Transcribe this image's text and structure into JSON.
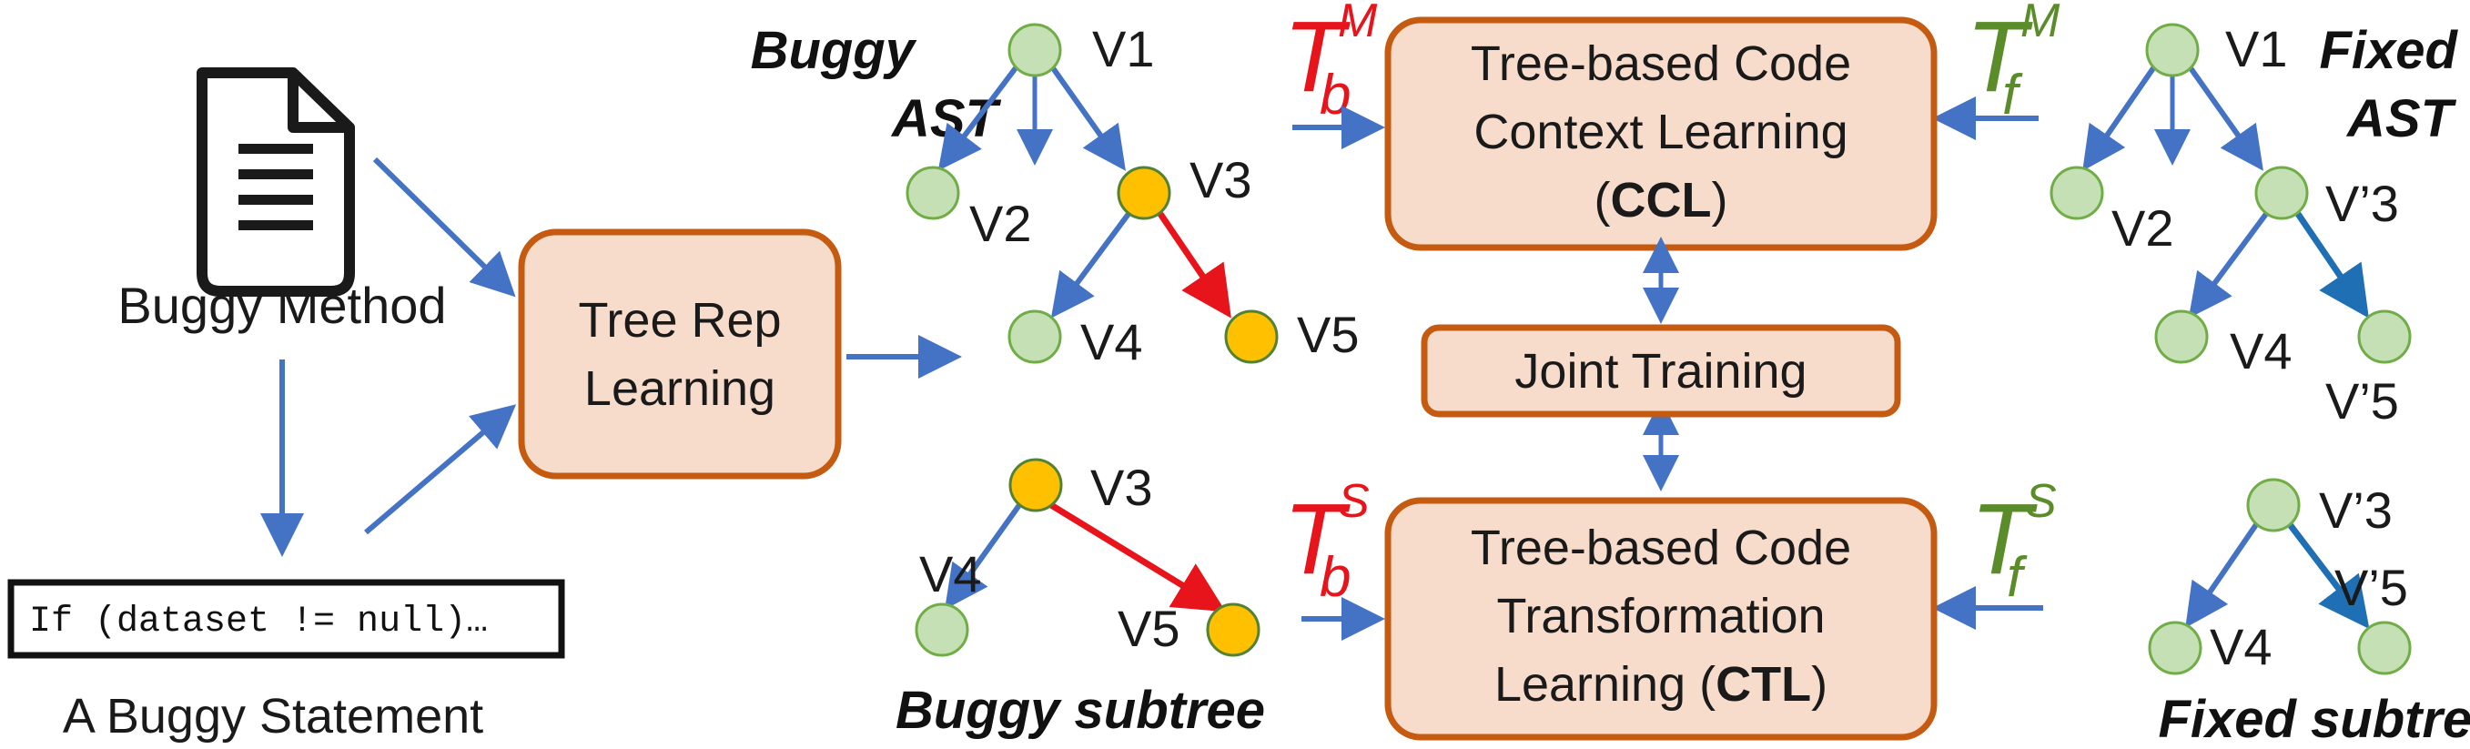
{
  "left": {
    "document_icon": "document-icon",
    "buggy_method_label": "Buggy Method",
    "code_snippet": "If (dataset != null)…",
    "buggy_statement_label": "A Buggy Statement"
  },
  "tree_rep_box": {
    "line1": "Tree Rep",
    "line2": "Learning"
  },
  "buggy_ast": {
    "title_line1": "Buggy",
    "title_line2": "AST",
    "nodes": [
      "V1",
      "V2",
      "V3",
      "V4",
      "V5"
    ]
  },
  "buggy_subtree": {
    "title": "Buggy subtree",
    "nodes": [
      "V3",
      "V4",
      "V5"
    ]
  },
  "ccl_box": {
    "line1": "Tree-based Code",
    "line2": "Context Learning",
    "open": "(",
    "abbr": "CCL",
    "close": ")"
  },
  "joint_box": {
    "label": "Joint Training"
  },
  "ctl_box": {
    "line1": "Tree-based Code",
    "line2": "Transformation",
    "line3_prefix": "Learning (",
    "abbr": "CTL",
    "close": ")"
  },
  "symbols": {
    "tbm": {
      "main": "T",
      "sub": "b",
      "sup": "M",
      "color": "#e8141b"
    },
    "tfm": {
      "main": "T",
      "sub": "f",
      "sup": "M",
      "color": "#5b8c2a"
    },
    "tbs": {
      "main": "T",
      "sub": "b",
      "sup": "S",
      "color": "#e8141b"
    },
    "tfs": {
      "main": "T",
      "sub": "f",
      "sup": "S",
      "color": "#5b8c2a"
    }
  },
  "fixed_ast": {
    "title_line1": "Fixed",
    "title_line2": "AST",
    "nodes": [
      "V1",
      "V2",
      "V’3",
      "V4",
      "V’5"
    ]
  },
  "fixed_subtree": {
    "title": "Fixed subtree",
    "nodes": [
      "V’3",
      "V’5",
      "V4"
    ]
  },
  "colors": {
    "arrow_blue": "#4472c4",
    "arrow_red": "#e8141b",
    "arrow_teal": "#1f6fb5",
    "node_green_fill": "#c5e0b4",
    "node_green_stroke": "#70ad47",
    "node_orange_fill": "#ffc000",
    "node_orange_stroke": "#548235",
    "box_fill": "#f8dccb",
    "box_stroke": "#c55a11"
  }
}
